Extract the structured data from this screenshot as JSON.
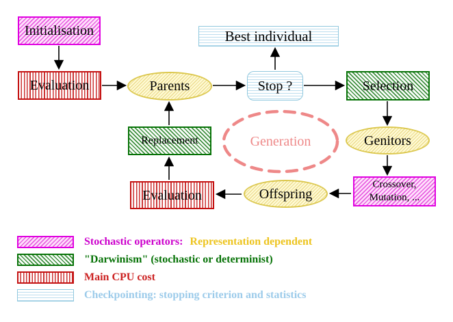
{
  "nodes": {
    "initialisation": {
      "label": "Initialisation"
    },
    "evaluation_top": {
      "label": "Evaluation"
    },
    "parents": {
      "label": "Parents"
    },
    "best_individual": {
      "label": "Best individual"
    },
    "stop": {
      "label": "Stop ?"
    },
    "selection": {
      "label": "Selection"
    },
    "genitors": {
      "label": "Genitors"
    },
    "crossover_mutation": {
      "line1": "Crossover,",
      "line2": "Mutation, ..."
    },
    "offspring": {
      "label": "Offspring"
    },
    "evaluation_bottom": {
      "label": "Evaluation"
    },
    "replacement": {
      "label": "Replacement"
    },
    "generation": {
      "label": "Generation"
    }
  },
  "legend": [
    {
      "swatch": "magenta-diagonal-hatch",
      "label": "Stochastic operators:",
      "label2": "Representation dependent",
      "label_color": "#CC00CC",
      "label2_color": "#EDC41E"
    },
    {
      "swatch": "green-diagonal-hatch",
      "label": "\"Darwinism\" (stochastic or determinist)",
      "label_color": "#067206"
    },
    {
      "swatch": "red-vertical-stripes",
      "label": "Main CPU cost",
      "label_color": "#CC2222"
    },
    {
      "swatch": "cyan-horizontal-stripes",
      "label": "Checkpointing: stopping criterion and statistics",
      "label_color": "#9CCBEA"
    }
  ],
  "colors": {
    "magenta_border": "#E000E0",
    "green_border": "#067206",
    "red_border": "#C41111",
    "cyan_border": "#90C8DE",
    "yellow_border": "#DCC850",
    "salmon_dashed_ellipse": "#EE8888",
    "arrow": "#000000",
    "background": "#FFFFFF"
  }
}
